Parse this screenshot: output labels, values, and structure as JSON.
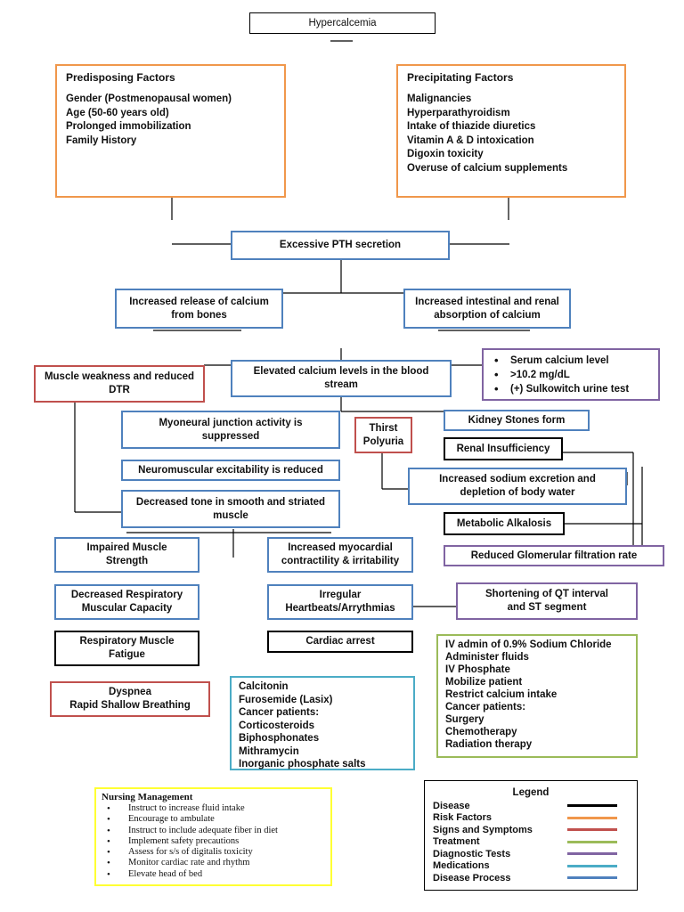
{
  "title": "Hypercalcemia",
  "predisposing": {
    "heading": "Predisposing Factors",
    "items": [
      "Gender (Postmenopausal women)",
      "Age (50-60 years old)",
      "Prolonged immobilization",
      "Family History"
    ]
  },
  "precipitating": {
    "heading": "Precipitating Factors",
    "items": [
      "Malignancies",
      "Hyperparathyroidism",
      "Intake of thiazide diuretics",
      "Vitamin A & D intoxication",
      "Digoxin toxicity",
      "Overuse of calcium supplements"
    ]
  },
  "nodes": {
    "pth": "Excessive PTH secretion",
    "calcium_bones": [
      "Increased release of calcium",
      "from bones"
    ],
    "intestinal_renal": [
      "Increased intestinal and renal",
      "absorption of calcium"
    ],
    "elevated": [
      "Elevated calcium levels in the blood",
      "stream"
    ],
    "muscle_weakness": [
      "Muscle weakness and reduced",
      "DTR"
    ],
    "myoneural": [
      "Myoneural junction activity is",
      "suppressed"
    ],
    "neuromuscular": "Neuromuscular excitability is reduced",
    "decreased_tone": [
      "Decreased tone in smooth and striated",
      "muscle"
    ],
    "impaired_muscle": [
      "Impaired Muscle",
      "Strength"
    ],
    "myocardial": [
      "Increased myocardial",
      "contractility & irritability"
    ],
    "respiratory_capacity": [
      "Decreased Respiratory",
      "Muscular Capacity"
    ],
    "arrhythmias": [
      "Irregular",
      "Heartbeats/Arrythmias"
    ],
    "resp_fatigue": [
      "Respiratory Muscle",
      "Fatigue"
    ],
    "cardiac_arrest": "Cardiac arrest",
    "dyspnea": [
      "Dyspnea",
      "Rapid Shallow Breathing"
    ],
    "thirst": [
      "Thirst",
      "Polyuria"
    ],
    "kidney_stones": "Kidney Stones form",
    "renal_insufficiency": "Renal Insufficiency",
    "sodium_excretion": [
      "Increased sodium excretion and",
      "depletion of body water"
    ],
    "metabolic_alkalosis": "Metabolic Alkalosis",
    "reduced_gfr": "Reduced Glomerular filtration rate",
    "qt_interval": [
      "Shortening of QT interval",
      "and ST segment"
    ]
  },
  "diagnostic_tests": [
    "Serum calcium level",
    ">10.2 mg/dL",
    "(+) Sulkowitch urine test"
  ],
  "medications": [
    "Calcitonin",
    "Furosemide (Lasix)",
    "Cancer patients:",
    "Corticosteroids",
    "Biphosphonates",
    "Mithramycin",
    "Inorganic phosphate salts"
  ],
  "treatment": [
    "IV admin of 0.9% Sodium Chloride",
    "Administer fluids",
    "IV Phosphate",
    "Mobilize patient",
    "Restrict calcium intake",
    "Cancer patients:",
    "Surgery",
    "Chemotherapy",
    "Radiation therapy"
  ],
  "nursing": {
    "title": "Nursing Management",
    "items": [
      "Instruct to increase fluid intake",
      "Encourage to ambulate",
      "Instruct to include adequate fiber in diet",
      "Implement safety precautions",
      "Assess for s/s of digitalis toxicity",
      "Monitor cardiac rate and rhythm",
      "Elevate head of bed"
    ]
  },
  "legend": {
    "title": "Legend",
    "items": [
      {
        "label": "Disease",
        "color": "#000000"
      },
      {
        "label": "Risk Factors",
        "color": "#f0974b"
      },
      {
        "label": "Signs and Symptoms",
        "color": "#c0504d"
      },
      {
        "label": "Treatment",
        "color": "#9bbb59"
      },
      {
        "label": "Diagnostic Tests",
        "color": "#8064a2"
      },
      {
        "label": "Medications",
        "color": "#4bacc6"
      },
      {
        "label": "Disease Process",
        "color": "#4f81bd"
      }
    ]
  }
}
